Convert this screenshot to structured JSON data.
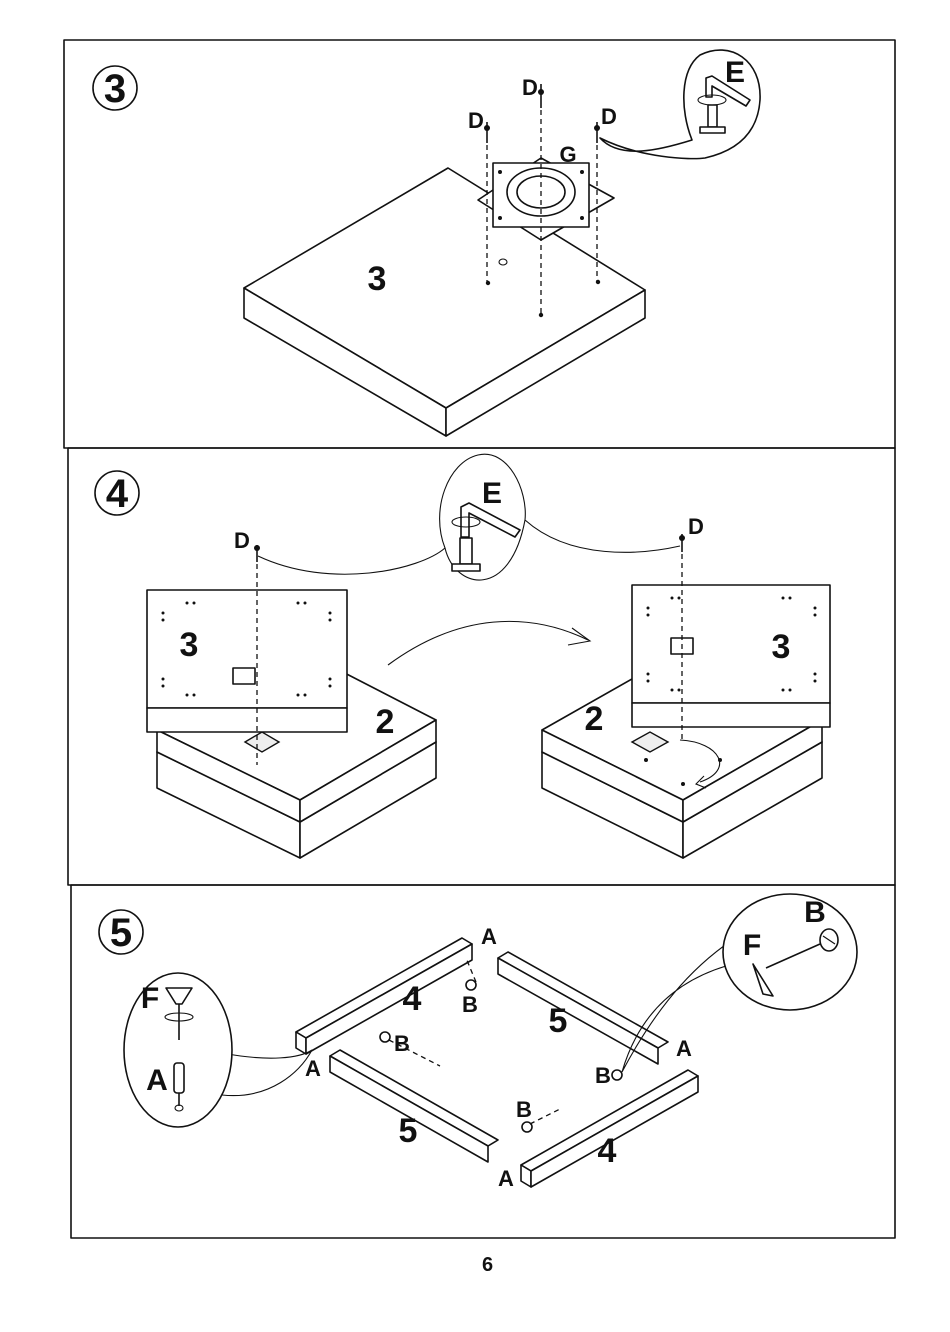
{
  "page_number": "6",
  "colors": {
    "ink": "#111111",
    "paper": "#ffffff",
    "shade": "#eeeeee"
  },
  "steps": [
    {
      "number": "3",
      "part_labels": {
        "board": "3",
        "plate": "G",
        "screw": "D",
        "tool": "E"
      }
    },
    {
      "number": "4",
      "part_labels": {
        "top_board": "3",
        "base_board": "2",
        "screw": "D",
        "tool": "E"
      }
    },
    {
      "number": "5",
      "part_labels": {
        "rail_long": "4",
        "rail_short": "5",
        "dowel": "A",
        "cam": "B",
        "cam_tool": "F"
      }
    }
  ]
}
